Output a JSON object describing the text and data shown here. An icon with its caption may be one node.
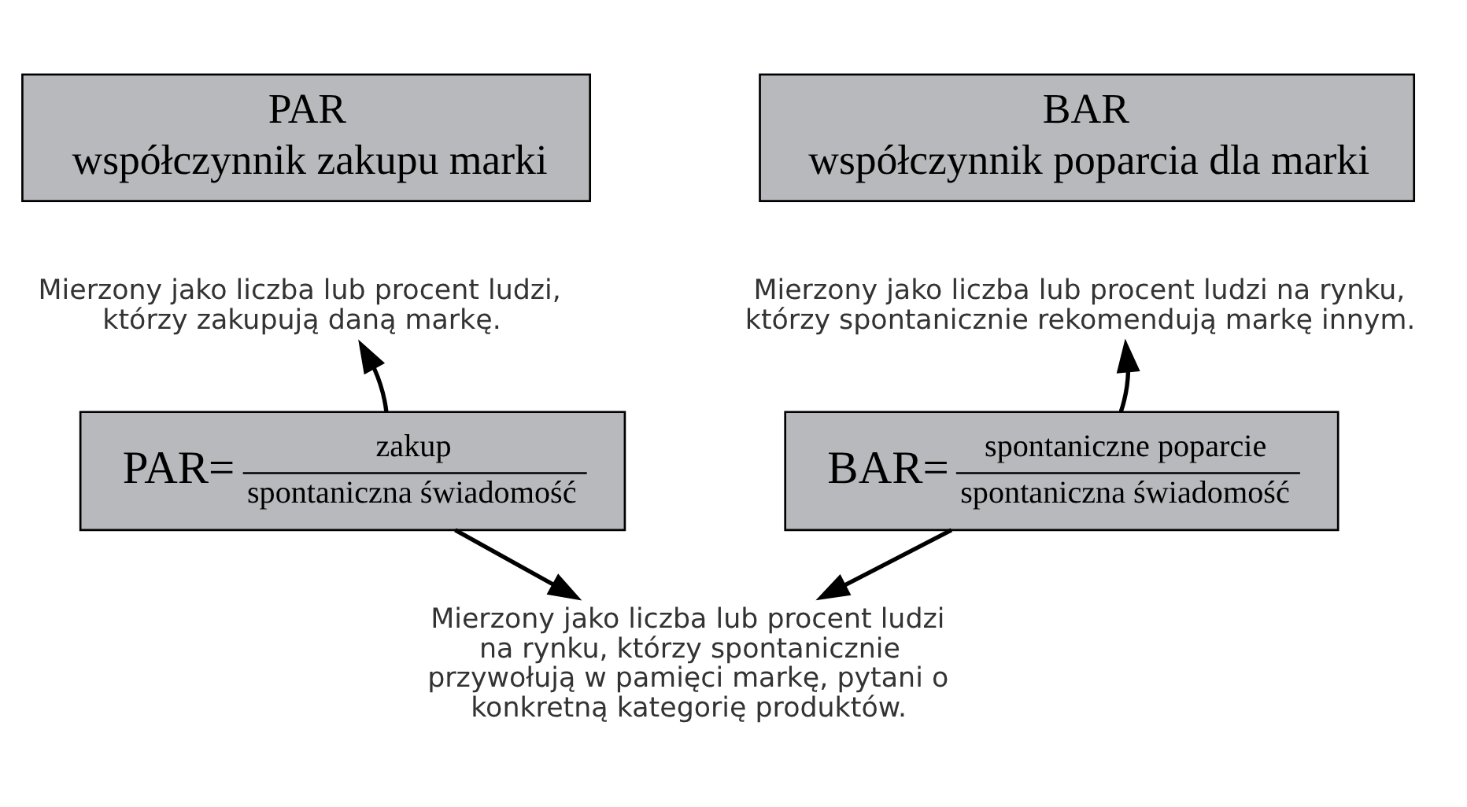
{
  "diagram": {
    "nodes": [
      {
        "text": [
          "PAR",
          "współczynnik zakupu marki"
        ]
      },
      {
        "text": [
          "BAR",
          "współczynnik poparcia dla marki"
        ]
      },
      {
        "text": [
          "Mierzony jako liczba lub procent ludzi, którzy zakupują daną markę."
        ]
      },
      {
        "text": [
          "Mierzony jako liczba lub procent ludzi na rynku, którzy spontanicznie rekomendują markę innym."
        ]
      },
      {
        "text": [
          "PAR=",
          "zakup",
          "spontaniczna świadomość"
        ]
      },
      {
        "text": [
          "BAR=",
          "spontaniczne poparcie",
          "spontaniczna świadomość"
        ]
      },
      {
        "text": [
          "Mierzony jako liczba lub procent ludzi na rynku, którzy spontanicznie przywołują w pamięci markę, pytani o konkretną kategorię produktów."
        ]
      }
    ],
    "edges": [
      {
        "from": 4,
        "to": 2,
        "arrow": "to"
      },
      {
        "from": 5,
        "to": 3,
        "arrow": "to"
      },
      {
        "from": 4,
        "to": 6,
        "arrow": "to"
      },
      {
        "from": 5,
        "to": 6,
        "arrow": "to"
      }
    ]
  }
}
